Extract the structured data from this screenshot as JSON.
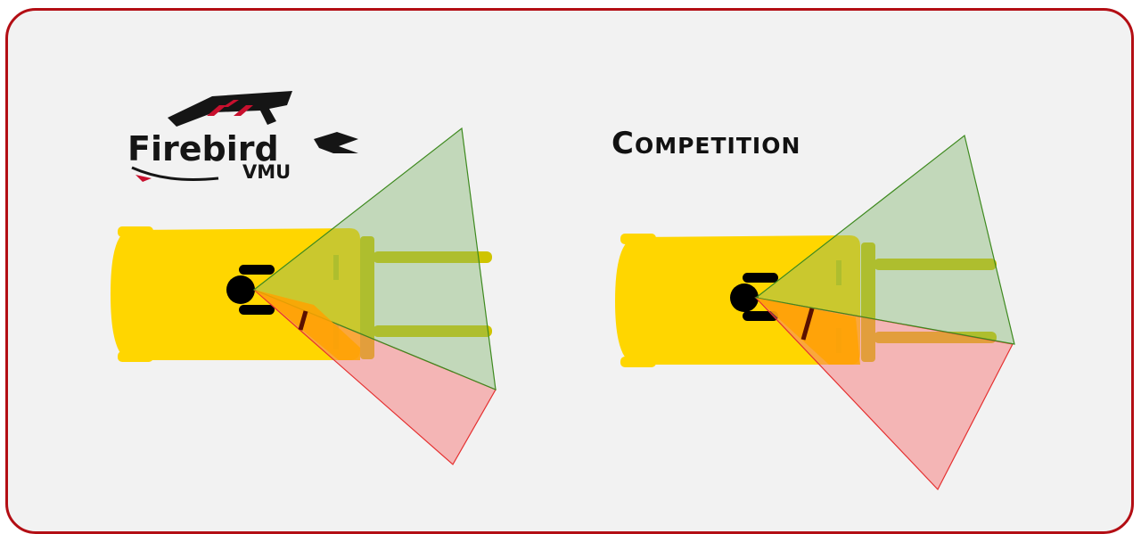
{
  "logo": {
    "brand": "Firebird",
    "sub": "VMU"
  },
  "competition": {
    "first_letter": "C",
    "rest": "OMPETITION"
  },
  "colors": {
    "frame_border": "#b30e14",
    "background": "#f2f2f2",
    "forklift_body": "#ffd600",
    "mast_overlay": "#cfc400",
    "green_zone": "rgba(128,180,110,0.42)",
    "red_zone": "rgba(245,120,120,0.5)",
    "overlap_zone": "#ffa200",
    "brand_red": "#c8102e"
  }
}
